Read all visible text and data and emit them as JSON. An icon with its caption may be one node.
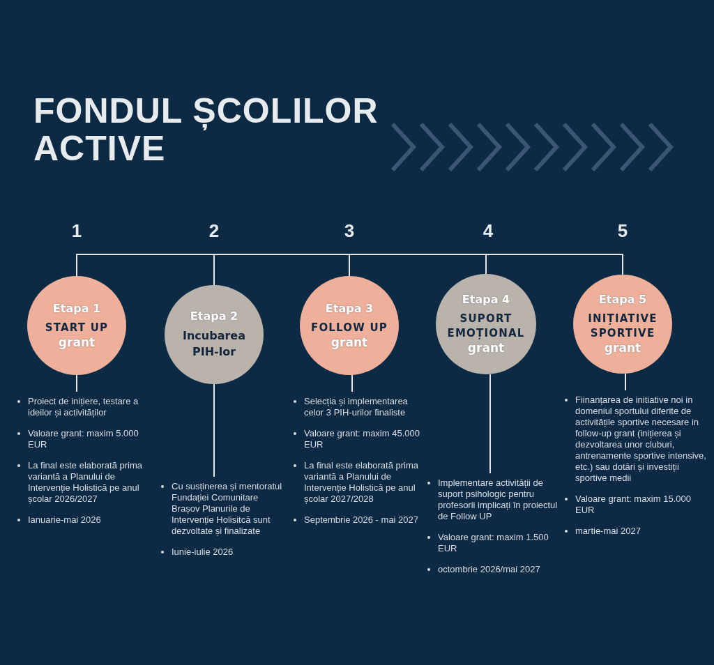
{
  "diagram": {
    "title": "FONDUL ȘCOLILOR ACTIVE",
    "nodes": [
      {
        "text": [
          "Etapa 1",
          "START UP",
          "grant"
        ]
      },
      {
        "text": [
          "Etapa 2",
          "Incubarea PIH-lor"
        ]
      },
      {
        "text": [
          "Etapa 3",
          "FOLLOW UP",
          "grant"
        ]
      },
      {
        "text": [
          "Etapa 4",
          "SUPORT EMOȚIONAL",
          "grant"
        ]
      },
      {
        "text": [
          "Etapa 5",
          "INIȚIATIVE SPORTIVE",
          "grant"
        ]
      },
      {
        "text": [
          "Proiect de inițiere, testare a ideilor și activităților",
          "Valoare grant: maxim 5.000 EUR",
          "La final este elaborată prima variantă a Planului de Intervenție Holistică pe anul școlar 2026/2027",
          "Ianuarie-mai 2026"
        ]
      },
      {
        "text": [
          "Cu susținerea și mentoratul Fundației Comunitare Brașov Planurile de Intervenție Holisitcă sunt dezvoltate și finalizate",
          "Iunie-iulie 2026"
        ]
      },
      {
        "text": [
          "Selecția și implementarea celor 3 PIH-urilor finaliste",
          "Valoare grant: maxim 45.000 EUR",
          "La final este elaborată prima variantă a Planului de Intervenție Holistică pe anul școlar 2027/2028",
          "Septembrie 2026 - mai 2027"
        ]
      },
      {
        "text": [
          "Implementare activității de suport psihologic pentru profesorii implicați în proiectul de Follow UP",
          "Valoare grant: maxim 1.500 EUR",
          "octombrie 2026/mai 2027"
        ]
      },
      {
        "text": [
          "Fiinanțarea de initiative noi in domeniul sportului diferite de activitățile sportive necesare in follow-up grant (inițierea și dezvoltarea unor cluburi, antrenamente sportive intensive, etc.) sau dotări și investiții sportive medii",
          "Valoare grant: maxim 15.000 EUR",
          "martie-mai 2027"
        ]
      }
    ],
    "edges": [
      {
        "from": 0,
        "to": 1,
        "arrow": "none"
      },
      {
        "from": 1,
        "to": 2,
        "arrow": "none"
      },
      {
        "from": 2,
        "to": 3,
        "arrow": "none"
      },
      {
        "from": 3,
        "to": 4,
        "arrow": "none"
      },
      {
        "from": 0,
        "to": 5,
        "arrow": "none"
      },
      {
        "from": 1,
        "to": 6,
        "arrow": "none"
      },
      {
        "from": 2,
        "to": 7,
        "arrow": "none"
      },
      {
        "from": 3,
        "to": 8,
        "arrow": "none"
      },
      {
        "from": 4,
        "to": 9,
        "arrow": "none"
      }
    ],
    "labels": [
      "1",
      "2",
      "3",
      "4",
      "5"
    ]
  }
}
